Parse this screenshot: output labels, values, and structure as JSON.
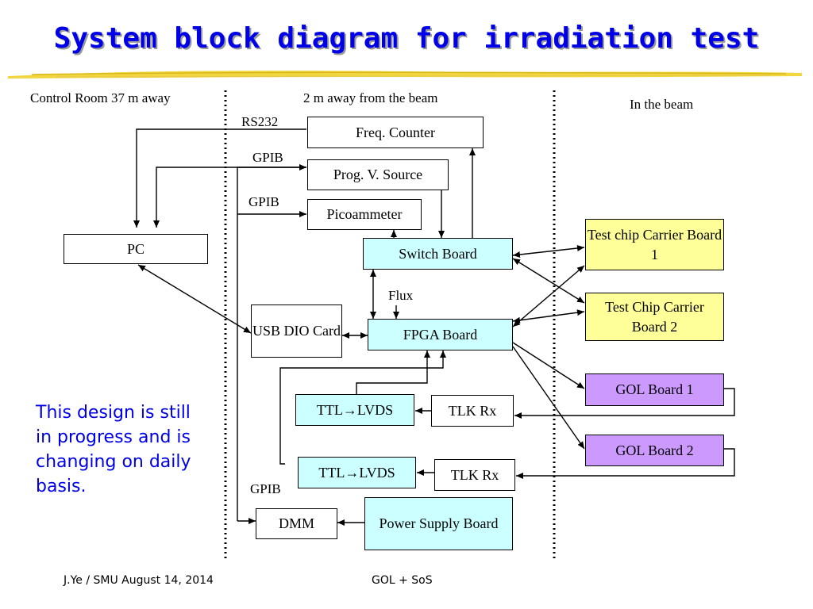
{
  "title": "System block diagram for irradiation test",
  "zones": {
    "control_room": "Control Room 37 m away",
    "near_beam": "2 m away from the beam",
    "in_beam": "In the beam"
  },
  "labels": {
    "rs232": "RS232",
    "gpib_1": "GPIB",
    "gpib_2": "GPIB",
    "gpib_3": "GPIB",
    "flux": "Flux"
  },
  "blocks": {
    "pc": "PC",
    "freq_counter": "Freq. Counter",
    "prog_v_source": "Prog. V. Source",
    "picoammeter": "Picoammeter",
    "switch_board": "Switch Board",
    "usb_dio_card": "USB DIO Card",
    "fpga_board": "FPGA Board",
    "ttl_lvds_1": "TTL→LVDS",
    "ttl_lvds_2": "TTL→LVDS",
    "tlk_rx_1": "TLK Rx",
    "tlk_rx_2": "TLK Rx",
    "dmm": "DMM",
    "power_supply_board": "Power Supply Board",
    "test_chip_carrier_1": "Test chip Carrier Board 1",
    "test_chip_carrier_2": "Test Chip Carrier Board 2",
    "gol_board_1": "GOL Board 1",
    "gol_board_2": "GOL Board 2"
  },
  "note": "This design is still in progress and is changing on daily basis.",
  "footer": {
    "left": "J.Ye / SMU August 14, 2014",
    "center": "GOL + SoS"
  },
  "colors": {
    "title": "#0000e8",
    "note": "#0000e8",
    "cyan_block": "#ccffff",
    "yellow_block": "#ffff99",
    "violet_block": "#cc99ff"
  }
}
